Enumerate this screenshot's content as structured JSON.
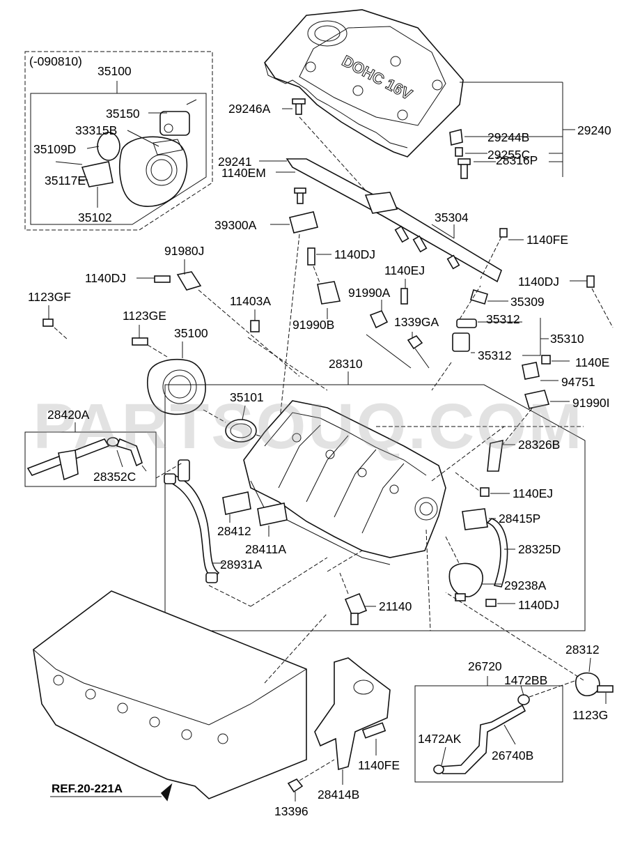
{
  "watermark": "PARTSOUQ.COM",
  "ref_label": "REF.20-221A",
  "cover_emboss": "DOHC 16V",
  "variant_note": "(-090810)",
  "parts": {
    "p35100_top": "35100",
    "p35150": "35150",
    "p33315B": "33315B",
    "p35109D": "35109D",
    "p35117E": "35117E",
    "p35102": "35102",
    "p29246A": "29246A",
    "p29240": "29240",
    "p29244B": "29244B",
    "p29255C": "29255C",
    "p28316P": "28316P",
    "p29241": "29241",
    "p1140EM": "1140EM",
    "p39300A": "39300A",
    "p35304": "35304",
    "p1140FE_a": "1140FE",
    "p91980J": "91980J",
    "p1140DJ_a": "1140DJ",
    "p1140DJ_b": "1140DJ",
    "p1140EJ_a": "1140EJ",
    "p91990A": "91990A",
    "p1140DJ_c": "1140DJ",
    "p35309": "35309",
    "p1123GF": "1123GF",
    "p11403A": "11403A",
    "p91990B": "91990B",
    "p1339GA": "1339GA",
    "p35312_a": "35312",
    "p35310": "35310",
    "p1123GE": "1123GE",
    "p35100_mid": "35100",
    "p35312_b": "35312",
    "p1140E": "1140E",
    "p28310": "28310",
    "p94751": "94751",
    "p35101": "35101",
    "p91990I": "91990I",
    "p28420A": "28420A",
    "p28326B": "28326B",
    "p28352C": "28352C",
    "p1140EJ_b": "1140EJ",
    "p28415P": "28415P",
    "p28412": "28412",
    "p28411A": "28411A",
    "p28325D": "28325D",
    "p28931A": "28931A",
    "p29238A": "29238A",
    "p1140DJ_d": "1140DJ",
    "p21140": "21140",
    "p28312": "28312",
    "p26720": "26720",
    "p1472BB": "1472BB",
    "p1123G": "1123G",
    "p1472AK": "1472AK",
    "p26740B": "26740B",
    "p1140FE_b": "1140FE",
    "p28414B": "28414B",
    "p13396": "13396"
  }
}
